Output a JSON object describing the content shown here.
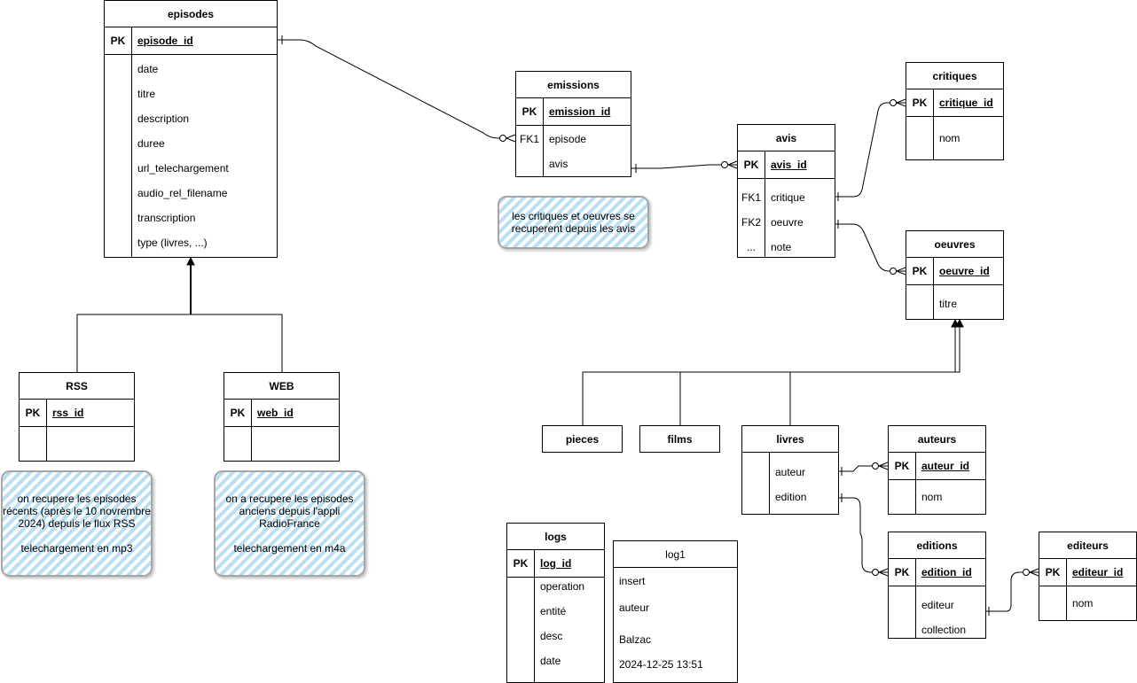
{
  "tables": {
    "episodes": {
      "title": "episodes",
      "pk_key": "PK",
      "pk_name": "episode_id",
      "fields": [
        "date",
        "titre",
        "description",
        "duree",
        "url_telechargement",
        "audio_rel_filename",
        "transcription",
        "type (livres, ...)"
      ]
    },
    "emissions": {
      "title": "emissions",
      "pk_key": "PK",
      "pk_name": "emission_id",
      "fields": [
        {
          "key": "FK1",
          "name": "episode"
        },
        {
          "key": "",
          "name": "avis"
        }
      ]
    },
    "avis": {
      "title": "avis",
      "pk_key": "PK",
      "pk_name": "avis_id",
      "fields": [
        {
          "key": "FK1",
          "name": "critique"
        },
        {
          "key": "FK2",
          "name": "oeuvre"
        },
        {
          "key": "...",
          "name": "note"
        }
      ]
    },
    "critiques": {
      "title": "critiques",
      "pk_key": "PK",
      "pk_name": "critique_id",
      "fields": [
        "nom"
      ]
    },
    "oeuvres": {
      "title": "oeuvres",
      "pk_key": "PK",
      "pk_name": "oeuvre_id",
      "fields": [
        "titre"
      ]
    },
    "rss": {
      "title": "RSS",
      "pk_key": "PK",
      "pk_name": "rss_id"
    },
    "web": {
      "title": "WEB",
      "pk_key": "PK",
      "pk_name": "web_id"
    },
    "pieces": {
      "title": "pieces"
    },
    "films": {
      "title": "films"
    },
    "livres": {
      "title": "livres",
      "fields": [
        "auteur",
        "edition"
      ]
    },
    "auteurs": {
      "title": "auteurs",
      "pk_key": "PK",
      "pk_name": "auteur_id",
      "fields": [
        "nom"
      ]
    },
    "editions": {
      "title": "editions",
      "pk_key": "PK",
      "pk_name": "edition_id",
      "fields": [
        "editeur",
        "collection"
      ]
    },
    "editeurs": {
      "title": "editeurs",
      "pk_key": "PK",
      "pk_name": "editeur_id",
      "fields": [
        "nom"
      ]
    },
    "logs": {
      "title": "logs",
      "pk_key": "PK",
      "pk_name": "log_id",
      "fields": [
        "operation",
        "entité",
        "desc",
        "date"
      ]
    },
    "log1": {
      "title": "log1",
      "fields": [
        "insert",
        "auteur",
        "Balzac",
        "2024-12-25 13:51"
      ]
    }
  },
  "notes": {
    "avis_note": "les critiques et oeuvres se\nrecuperent depuis les avis",
    "rss_note": "on recupere les episodes\nrécents (après le 10 novrembre\n2024) depuis le flux RSS\n\ntelechargement en mp3",
    "web_note": "on a recupere les episodes\nanciens depuis l'appli\nRadioFrance\n\ntelechargement en m4a"
  },
  "colors": {
    "line": "#000000",
    "note_stripe": "#b9dff4",
    "note_border": "#a6a6a6"
  }
}
